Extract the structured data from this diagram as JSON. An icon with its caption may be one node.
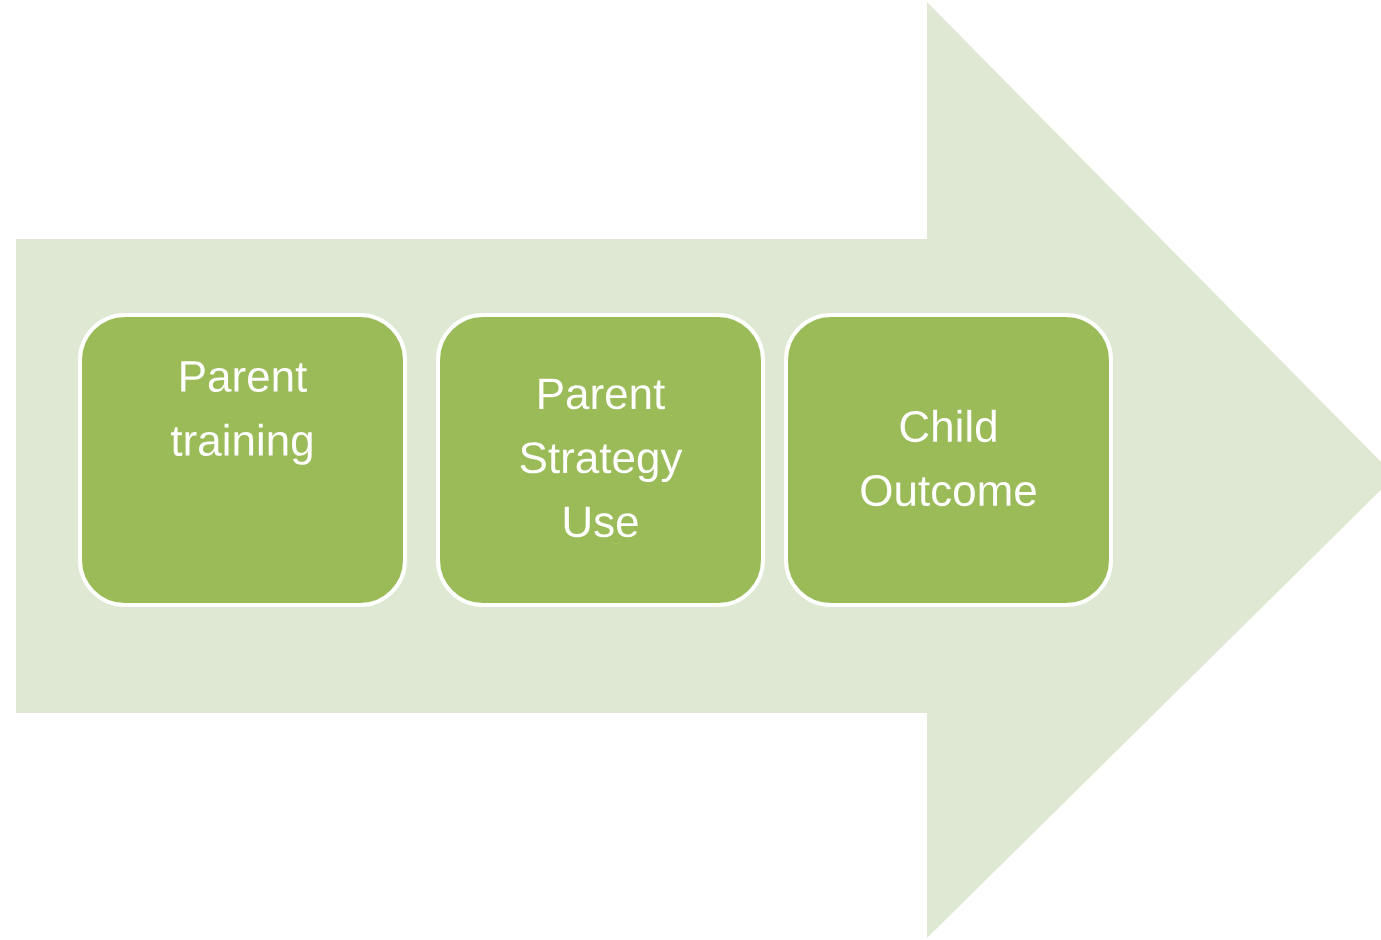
{
  "diagram": {
    "nodes": [
      {
        "text": [],
        "shape": "arrow"
      },
      {
        "text": [
          "Parent training"
        ],
        "in": 0
      },
      {
        "text": [
          "Parent Strategy Use"
        ],
        "in": 0
      },
      {
        "text": [
          "Child Outcome"
        ],
        "in": 0
      }
    ]
  }
}
